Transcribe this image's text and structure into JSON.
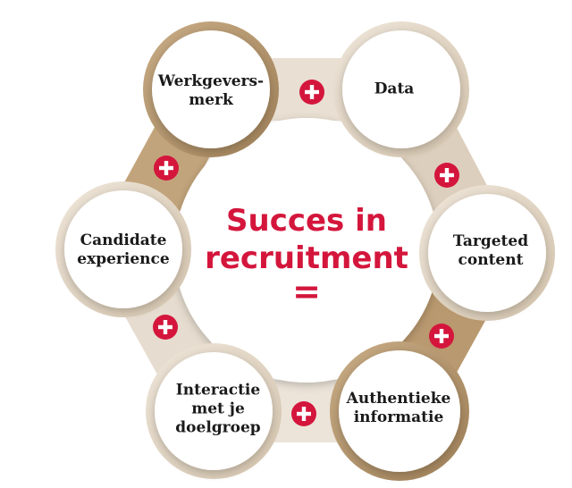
{
  "title": {
    "main": "Succes in\nrecruitment",
    "symbol": "="
  },
  "nodes": [
    {
      "label": "Werkgevers-\nmerk"
    },
    {
      "label": "Data"
    },
    {
      "label": "Targeted\ncontent"
    },
    {
      "label": "Authentieke\ninformatie"
    },
    {
      "label": "Interactie\nmet je\ndoelgroep"
    },
    {
      "label": "Candidate\nexperience"
    }
  ],
  "colors": {
    "accent": "#d4163c",
    "gold": "#b89a72",
    "beige": "#e3d6c5",
    "text": "#1a1a1a"
  },
  "icons": {
    "connector": "plus-icon"
  }
}
